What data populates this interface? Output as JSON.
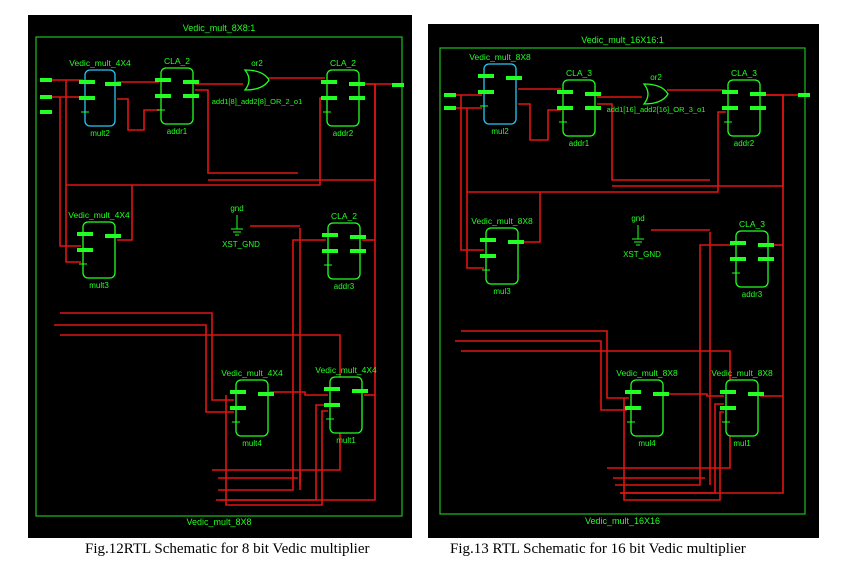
{
  "colors": {
    "background": "#000000",
    "frame": "#1fbf1f",
    "block": "#22ff22",
    "selected_block": "#27c8f5",
    "wire": "#e01414",
    "caption": "#000000"
  },
  "figures": [
    {
      "top_label": "Vedic_mult_8X8:1",
      "bottom_label": "Vedic_mult_8X8",
      "caption": "Fig.12RTL Schematic for 8 bit Vedic multiplier",
      "blocks": [
        {
          "title": "Vedic_mult_4X4",
          "name": "mult2",
          "highlighted": true
        },
        {
          "title": "CLA_2",
          "name": "addr1",
          "highlighted": false
        },
        {
          "title": "CLA_2",
          "name": "addr2",
          "highlighted": false
        },
        {
          "title": "Vedic_mult_4X4",
          "name": "mult3",
          "highlighted": false
        },
        {
          "title": "CLA_2",
          "name": "addr3",
          "highlighted": false
        },
        {
          "title": "Vedic_mult_4X4",
          "name": "mult4",
          "highlighted": false
        },
        {
          "title": "Vedic_mult_4X4",
          "name": "mult1",
          "highlighted": false
        }
      ],
      "or_gate": {
        "title": "or2",
        "name": "add1[8]_add2[8]_OR_2_o1"
      },
      "ground": {
        "title": "gnd",
        "name": "XST_GND"
      }
    },
    {
      "top_label": "Vedic_mult_16X16:1",
      "bottom_label": "Vedic_mult_16X16",
      "caption": "Fig.13 RTL Schematic for 16 bit Vedic multiplier",
      "blocks": [
        {
          "title": "Vedic_mult_8X8",
          "name": "mul2",
          "highlighted": true
        },
        {
          "title": "CLA_3",
          "name": "addr1",
          "highlighted": false
        },
        {
          "title": "CLA_3",
          "name": "addr2",
          "highlighted": false
        },
        {
          "title": "Vedic_mult_8X8",
          "name": "mul3",
          "highlighted": false
        },
        {
          "title": "CLA_3",
          "name": "addr3",
          "highlighted": false
        },
        {
          "title": "Vedic_mult_8X8",
          "name": "mul4",
          "highlighted": false
        },
        {
          "title": "Vedic_mult_8X8",
          "name": "mul1",
          "highlighted": false
        }
      ],
      "or_gate": {
        "title": "or2",
        "name": "add1[16]_add2[16]_OR_3_o1"
      },
      "ground": {
        "title": "gnd",
        "name": "XST_GND"
      }
    }
  ]
}
